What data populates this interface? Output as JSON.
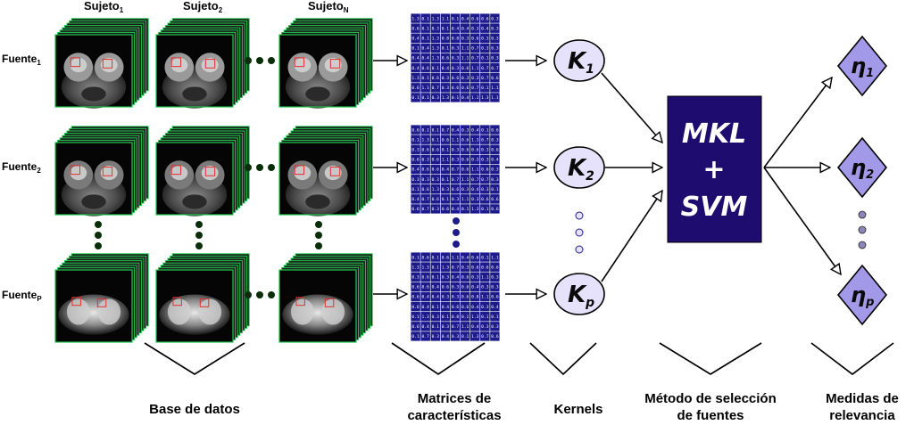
{
  "subjects": [
    {
      "base": "Sujeto",
      "sub": "1"
    },
    {
      "base": "Sujeto",
      "sub": "2"
    },
    {
      "base": "Sujeto",
      "sub": "N"
    }
  ],
  "sources": [
    {
      "base": "Fuente",
      "sub": "1"
    },
    {
      "base": "Fuente",
      "sub": "2"
    },
    {
      "base": "Fuente",
      "sub": "P"
    }
  ],
  "matrices": [
    {
      "rows": [
        [
          "1.3",
          "0.1",
          "1.3",
          "1.1",
          "0.1",
          "0.4",
          "0.6",
          "0.6",
          "0.3"
        ],
        [
          "0.6",
          "0.1",
          "0.3",
          "0.1",
          "0.4",
          "0.4",
          "0.3",
          "0.4",
          "0.3"
        ],
        [
          "0.4",
          "0.1",
          "1.3",
          "0.8",
          "0.8",
          "0.3",
          "0.6",
          "0.3",
          "0.3"
        ],
        [
          "0.1",
          "0.4",
          "1.3",
          "0.1",
          "0.3",
          "1.1",
          "0.7",
          "0.3",
          "0.3"
        ],
        [
          "0.4",
          "0.4",
          "1.3",
          "0.6",
          "0.3",
          "1.1",
          "0.7",
          "0.1",
          "0.3"
        ],
        [
          "0.4",
          "0.6",
          "0.1",
          "0.4",
          "0.3",
          "0.6",
          "1.1",
          "0.7",
          "0.7"
        ],
        [
          "1.3",
          "0.1",
          "0.6",
          "0.3",
          "0.6",
          "0.3",
          "0.3",
          "0.7",
          "0.6"
        ],
        [
          "0.6",
          "1.1",
          "0.7",
          "0.3",
          "0.6",
          "0.6",
          "0.7",
          "0.1",
          "1.1"
        ],
        [
          "0.1",
          "0.1",
          "0.3",
          "1.3",
          "0.1",
          "0.4",
          "1.1",
          "1.3",
          "1.1"
        ]
      ]
    },
    {
      "rows": [
        [
          "0.6",
          "0.1",
          "0.1",
          "0.7",
          "0.4",
          "0.3",
          "0.4",
          "0.1",
          "0.6"
        ],
        [
          "0.1",
          "1.3",
          "0.1",
          "0.6",
          "1.1",
          "0.6",
          "1.3",
          "0.7",
          "0.3"
        ],
        [
          "0.3",
          "0.6",
          "0.6",
          "0.1",
          "0.3",
          "0.6",
          "0.6",
          "0.3",
          "0.6"
        ],
        [
          "0.6",
          "0.3",
          "0.6",
          "1.1",
          "0.3",
          "0.6",
          "0.3",
          "0.3",
          "0.4"
        ],
        [
          "0.4",
          "0.6",
          "0.6",
          "0.4",
          "0.7",
          "0.6",
          "1.1",
          "0.6",
          "0.3"
        ],
        [
          "0.3",
          "0.3",
          "0.3",
          "0.1",
          "0.7",
          "1.1",
          "0.7",
          "0.7",
          "0.3"
        ],
        [
          "0.1",
          "0.6",
          "1.3",
          "0.3",
          "0.6",
          "0.3",
          "0.4",
          "0.3",
          "0.1"
        ],
        [
          "0.4",
          "0.7",
          "0.6",
          "0.1",
          "0.3",
          "1.1",
          "0.3",
          "0.6",
          "0.6"
        ],
        [
          "0.6",
          "0.7",
          "0.3",
          "0.6",
          "0.4",
          "0.1",
          "1.3",
          "0.1",
          "0.6"
        ]
      ]
    },
    {
      "rows": [
        [
          "0.1",
          "0.6",
          "0.1",
          "0.6",
          "1.1",
          "0.4",
          "0.6",
          "0.1",
          "1.1"
        ],
        [
          "1.3",
          "1.3",
          "0.1",
          "1.3",
          "0.7",
          "0.3",
          "0.6",
          "0.6",
          "0.6"
        ],
        [
          "0.3",
          "0.6",
          "0.1",
          "0.3",
          "0.4",
          "0.6",
          "0.3",
          "1.1",
          "0.3"
        ],
        [
          "0.6",
          "0.6",
          "0.4",
          "0.6",
          "0.3",
          "0.6",
          "0.4",
          "0.3",
          "0.3"
        ],
        [
          "0.6",
          "0.4",
          "0.4",
          "0.3",
          "0.3",
          "0.6",
          "0.8",
          "1.1",
          "0.6"
        ],
        [
          "0.6",
          "0.4",
          "0.1",
          "0.4",
          "0.6",
          "0.6",
          "0.4",
          "0.3",
          "0.4"
        ],
        [
          "0.1",
          "1.3",
          "0.3",
          "0.1",
          "0.8",
          "0.1",
          "1.3",
          "0.1",
          "0.1"
        ],
        [
          "0.6",
          "0.4",
          "0.1",
          "0.3",
          "0.7",
          "1.1",
          "0.4",
          "0.3",
          "0.3"
        ],
        [
          "0.1",
          "0.7",
          "0.3",
          "0.4",
          "0.3",
          "0.1",
          "1.3",
          "0.7",
          "0.6"
        ]
      ]
    }
  ],
  "kernels": [
    {
      "base": "K",
      "sub": "1"
    },
    {
      "base": "K",
      "sub": "2"
    },
    {
      "base": "K",
      "sub": "p"
    }
  ],
  "method": {
    "line1": "MKL",
    "line2": "+",
    "line3": "SVM"
  },
  "relevance": [
    {
      "base": "η",
      "sub": "1"
    },
    {
      "base": "η",
      "sub": "2"
    },
    {
      "base": "η",
      "sub": "p"
    }
  ],
  "captions": {
    "database": "Base de datos",
    "matrices_1": "Matrices de",
    "matrices_2": "características",
    "kernels": "Kernels",
    "method_1": "Método de selección",
    "method_2": "de fuentes",
    "relevance_1": "Medidas de",
    "relevance_2": "relevancia"
  },
  "colors": {
    "matrix_fill": "#1d1a8c",
    "method_fill": "#1e0d6e",
    "kernel_fill": "#e6e2fb",
    "relevance_fill": "#a29ae8",
    "stack_border": "#22c64e",
    "roi_red": "#e03030"
  }
}
